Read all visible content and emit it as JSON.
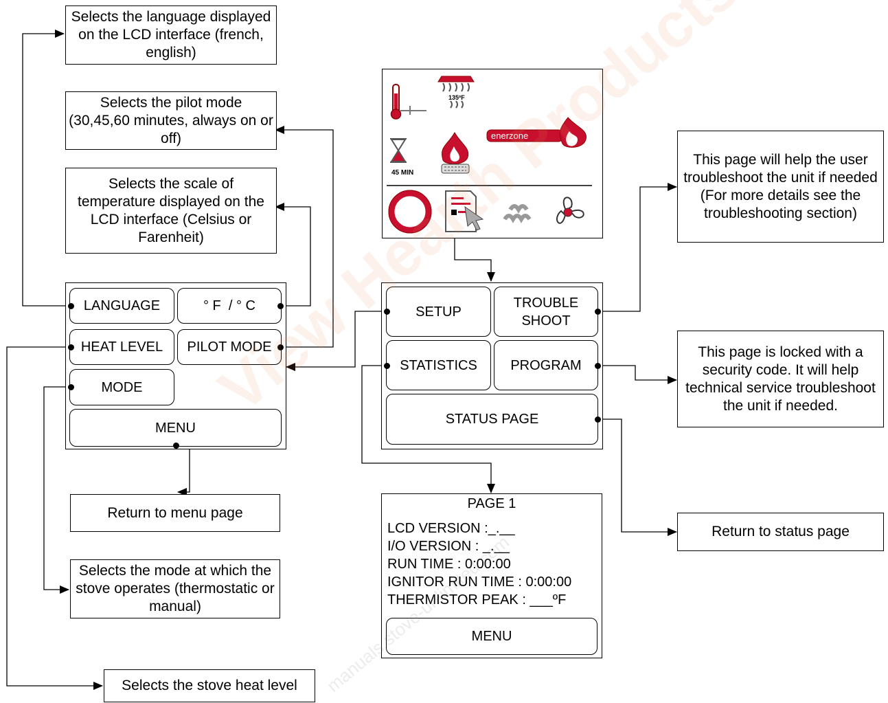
{
  "notes": {
    "language": "Selects the language displayed on the LCD interface (french, english)",
    "pilot_mode": "Selects the pilot mode (30,45,60 minutes, always on or off)",
    "temp_scale": "Selects the scale of temperature displayed on the LCD interface (Celsius or Farenheit)",
    "return_menu": "Return to menu page",
    "mode": "Selects the mode at which the stove operates (thermostatic or manual)",
    "heat_level": "Selects the stove heat level",
    "troubleshoot": "This page will help the user troubleshoot the unit if needed (For more details see the troubleshooting section)",
    "program": "This page is locked with a security code. It will help technical service troubleshoot the unit if needed.",
    "return_status": "Return to status page"
  },
  "setup_panel": {
    "language": "LANGUAGE",
    "units": "° F  / ° C",
    "heat_level": "HEAT LEVEL",
    "pilot_mode": "PILOT MODE",
    "mode": "MODE",
    "menu": "MENU"
  },
  "menu_panel": {
    "setup": "SETUP",
    "trouble_line1": "TROUBLE",
    "trouble_line2": "SHOOT",
    "statistics": "STATISTICS",
    "program": "PROGRAM",
    "status_page": "STATUS PAGE"
  },
  "stats_page": {
    "title": "PAGE 1",
    "lines": [
      "LCD VERSION :_.__",
      "I/O VERSION : _.__",
      "RUN TIME : 0:00:00",
      "IGNITOR RUN TIME : 0:00:00",
      "THERMISTOR PEAK : ___ºF"
    ],
    "menu": "MENU"
  },
  "lcd_screen": {
    "temp_value": "135ºF",
    "timer_value": "45 MIN",
    "brand": "enerzone",
    "icons": [
      "thermometer-icon",
      "heat-shield-icon",
      "hourglass-icon",
      "flame-icon",
      "brand-logo",
      "ring-icon",
      "document-cursor-icon",
      "ignitor-icon",
      "fan-icon"
    ]
  },
  "watermark": {
    "big": "View Hearth Products",
    "small": "manuals.stove-unlimited.com"
  },
  "colors": {
    "accent_red": "#c8102e",
    "dark_red": "#8b0000",
    "line": "#000000"
  }
}
